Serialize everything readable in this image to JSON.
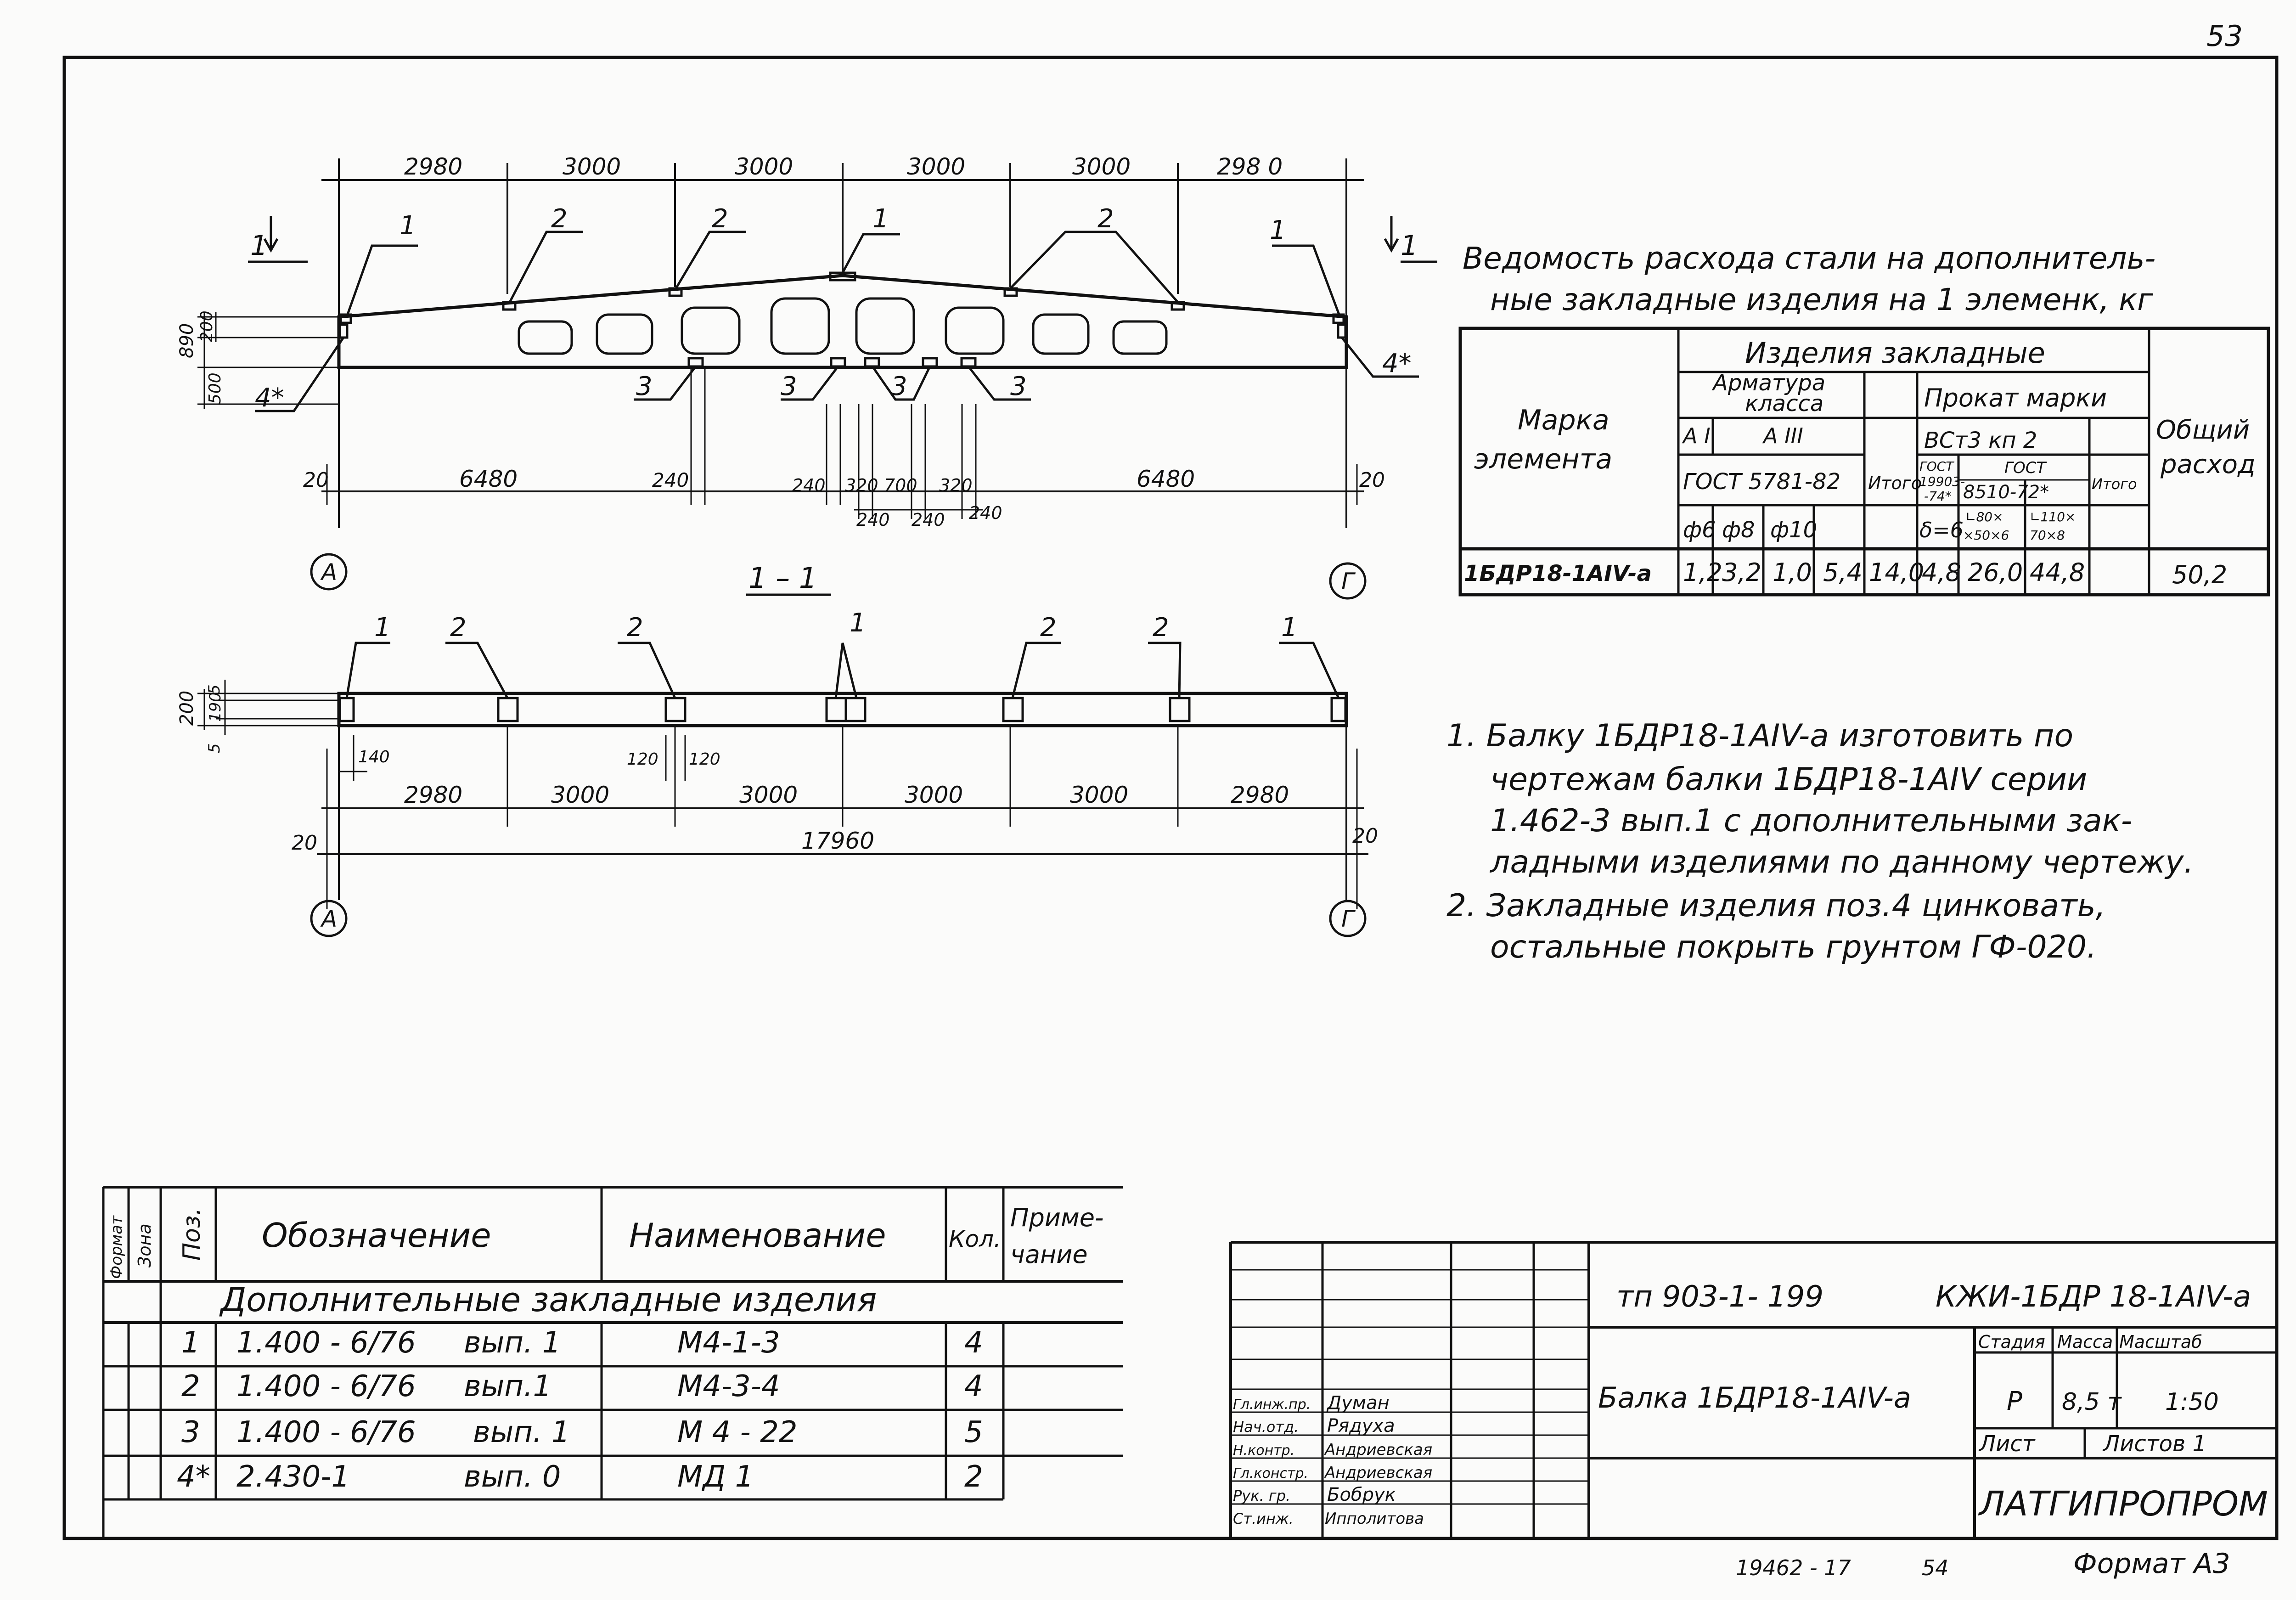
{
  "sheet": {
    "page_number": "53",
    "bottom_code": "19462 - 17",
    "bottom_number": "54",
    "format": "Формат А3"
  },
  "elevation": {
    "section_mark": "1",
    "top_dims": [
      "2980",
      "3000",
      "3000",
      "3000",
      "3000",
      "298 0"
    ],
    "left_heights": [
      "890",
      "200",
      "500"
    ],
    "callouts_top": [
      "1",
      "2",
      "2",
      "1",
      "2",
      "1"
    ],
    "callout_4": "4*",
    "callouts_bottom": [
      "3",
      "3",
      "3",
      "3"
    ],
    "bottom_dims": [
      "20",
      "6480",
      "240",
      "240",
      "320",
      "700",
      "320",
      "6480",
      "20"
    ],
    "bottom_dims_lower": [
      "240",
      "240",
      "240"
    ],
    "axes": [
      "А",
      "Г"
    ]
  },
  "plan": {
    "title": "1 – 1",
    "callouts": [
      "1",
      "2",
      "2",
      "1",
      "2",
      "2",
      "1"
    ],
    "left_heights": [
      "200",
      "5",
      "190",
      "5"
    ],
    "small_dims": [
      "140",
      "120",
      "120"
    ],
    "dims": [
      "2980",
      "3000",
      "3000",
      "3000",
      "3000",
      "2980"
    ],
    "overall": "17960",
    "end_dims": [
      "20",
      "20"
    ],
    "axes": [
      "А",
      "Г"
    ]
  },
  "steel_table": {
    "title_line1": "Ведомость расхода стали на дополнитель-",
    "title_line2": "ные закладные изделия на 1 элеменк, кг",
    "h_mark": "Марка элемента",
    "h_mark_1": "Марка",
    "h_mark_2": "элемента",
    "h_products": "Изделия закладные",
    "h_rebar_1": "Арматура",
    "h_rebar_2": "класса",
    "h_rolled": "Прокат марки",
    "h_total": "Общий расход",
    "h_total_1": "Общий",
    "h_total_2": "расход",
    "h_ai": "А I",
    "h_aiii": "А III",
    "h_gost_rebar": "ГОСТ 5781-82",
    "h_itogo": "Итого",
    "h_steel": "ВСт3 кп 2",
    "h_gost_a_1": "ГОСТ",
    "h_gost_a_2": "19903-",
    "h_gost_a_3": "-74*",
    "h_gost_b_1": "ГОСТ",
    "h_gost_b_2": "8510-72*",
    "h_d6": "ф6",
    "h_d8": "ф8",
    "h_d10": "ф10",
    "h_delta": "δ=6",
    "h_angle1_1": "∟80×",
    "h_angle1_2": "×50×6",
    "h_angle2_1": "∟110×",
    "h_angle2_2": "70×8",
    "row": [
      "1БДР18-1АIV-а",
      "1,2",
      "3,2",
      "1,0",
      "5,4",
      "14,0",
      "4,8",
      "26,0",
      "44,8",
      "50,2"
    ]
  },
  "notes": [
    "1. Балку 1БДР18-1АIV-а изготовить по",
    "чертежам балки 1БДР18-1АIV серии",
    "1.462-3 вып.1 с дополнительными зак-",
    "ладными изделиями по данному чертежу.",
    "2. Закладные изделия поз.4 цинковать,",
    "остальные покрыть грунтом ГФ-020."
  ],
  "spec_table": {
    "h_format": "Формат",
    "h_zone": "Зона",
    "h_pos": "Поз.",
    "h_designation": "Обозначение",
    "h_name": "Наименование",
    "h_qty": "Кол.",
    "h_note_1": "Приме-",
    "h_note_2": "чание",
    "section": "Дополнительные закладные изделия",
    "rows": [
      {
        "pos": "1",
        "doc": "1.400 - 6/76",
        "vyp": "вып. 1",
        "name": "М4-1-3",
        "qty": "4"
      },
      {
        "pos": "2",
        "doc": "1.400 - 6/76",
        "vyp": "вып.1",
        "name": "М4-3-4",
        "qty": "4"
      },
      {
        "pos": "3",
        "doc": "1.400 - 6/76",
        "vyp": "вып. 1",
        "name": "М 4 - 22",
        "qty": "5"
      },
      {
        "pos": "4*",
        "doc": "2.430-1",
        "vyp": "вып. 0",
        "name": "МД 1",
        "qty": "2"
      }
    ]
  },
  "title_block": {
    "code_left": "тп 903-1- 199",
    "code_right": "КЖИ-1БДР 18-1АIV-а",
    "item": "Балка 1БДР18-1АIV-а",
    "h_stage": "Стадия",
    "h_mass": "Масса",
    "h_scale": "Масштаб",
    "stage": "Р",
    "mass": "8,5 т",
    "scale": "1:50",
    "sheet": "Лист",
    "sheets": "Листов 1",
    "org": "ЛАТГИПРОПРОМ",
    "people": [
      {
        "role": "Гл.инж.пр.",
        "name": "Думан"
      },
      {
        "role": "Нач.отд.",
        "name": "Рядуха"
      },
      {
        "role": "Н.контр.",
        "name": "Андриевская"
      },
      {
        "role": "Гл.констр.",
        "name": "Андриевская"
      },
      {
        "role": "Рук. гр.",
        "name": "Бобрук"
      },
      {
        "role": "Ст.инж.",
        "name": "Ипполитова"
      }
    ]
  }
}
